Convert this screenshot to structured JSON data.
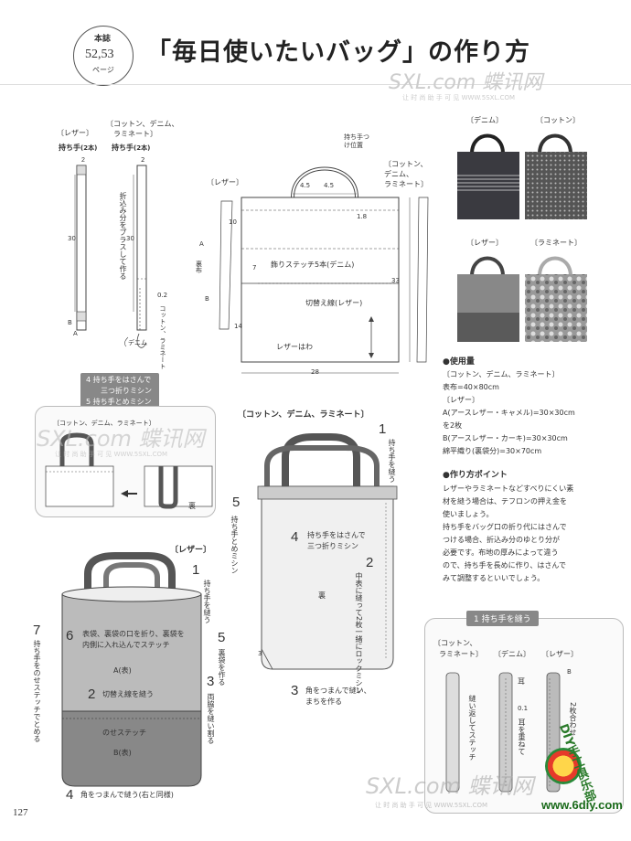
{
  "header": {
    "badge_top": "本誌",
    "badge_pages": "52,53",
    "badge_unit": "ページ",
    "title": "「毎日使いたいバッグ」の作り方"
  },
  "watermark": {
    "logo_top": "SXL.com 蝶讯网",
    "logo_sub": "让 时 尚 助 手 可 见   WWW.5SXL.COM",
    "site": "www.6diy.com",
    "club": "DIY手工俱乐部"
  },
  "handles": {
    "leather_label": "〔レザー〕",
    "cotton_label": "〔コットン、デニム、ラミネート〕",
    "handle_title": "持ち手",
    "qty": "(2本)",
    "dim_width": "2",
    "dim_length": "30",
    "fold_note": "折込み分をプラスして作る",
    "dim_02": "0.2",
    "label_b": "B",
    "label_a": "A",
    "cotton_side": "コットン、ラミネート",
    "denim_side": "デニム"
  },
  "pattern": {
    "leather_label": "〔レザー〕",
    "cotton_label": "〔コットン、デニム、ラミネート〕",
    "handle_pos": "持ち手つけ位置",
    "dim_45a": "4.5",
    "dim_45b": "4.5",
    "dim_18": "1.8",
    "dim_10": "10",
    "dim_7": "7",
    "dim_14": "14",
    "dim_33": "33",
    "dim_28": "28",
    "label_a": "A",
    "label_b": "B",
    "lining": "裏布",
    "stitch_note": "飾りステッチ5本(デニム)",
    "switch_line": "切替え線(レザー)",
    "leather_wa": "レザーはわ"
  },
  "photos": [
    {
      "label": "〔デニム〕",
      "kind": "denim"
    },
    {
      "label": "〔コットン〕",
      "kind": "cotton"
    },
    {
      "label": "〔レザー〕",
      "kind": "leather"
    },
    {
      "label": "〔ラミネート〕",
      "kind": "laminate"
    }
  ],
  "materials": {
    "heading": "●使用量",
    "cotton_label": "〔コットン、デニム、ラミネート〕",
    "cotton_line": "表布=40×80cm",
    "leather_label": "〔レザー〕",
    "leather_a": "A(アースレザー・キャメル)=30×30cm",
    "leather_a2": "を2枚",
    "leather_b": "B(アースレザー・カーキ)=30×30cm",
    "leather_c": "綿平織り(裏袋分)=30×70cm"
  },
  "points": {
    "heading": "●作り方ポイント",
    "lines": [
      "レザーやラミネートなどすべりにくい素",
      "材を縫う場合は、テフロンの押え金を",
      "使いましょう。",
      "持ち手をバッグ口の折り代にはさんで",
      "つける場合、折込み分のゆとり分が",
      "必要です。布地の厚みによって違う",
      "ので、持ち手を長めに作り、はさんで",
      "みて調整するといいでしょう。"
    ]
  },
  "step45": {
    "line4": "4 持ち手をはさんで",
    "line4b": "三つ折りミシン",
    "line5": "5 持ち手とめミシン",
    "cotton_label": "〔コットン、デニム、ラミネート〕",
    "ura": "裏"
  },
  "cotton_steps": {
    "label": "〔コットン、デニム、ラミネート〕",
    "s1": "持ち手を縫う",
    "s2": "中表に縫って2枚一緒にロックミシン",
    "s3": "角をつまんで縫い、まちを作る",
    "s4a": "持ち手をはさんで",
    "s4b": "三つ折りミシン",
    "s5": "持ち手とめミシン",
    "ura": "裏",
    "n1": "1",
    "n2": "2",
    "n3": "3",
    "n4": "4",
    "n5": "5",
    "d3": "3"
  },
  "leather_steps": {
    "label": "〔レザー〕",
    "s1": "持ち手を縫う",
    "s2": "切替え線を縫う",
    "s3": "両脇を縫い割る",
    "s4": "角をつまんで縫う(右と同様)",
    "s5": "裏袋を作る",
    "s6a": "表袋、裏袋の口を折り、裏袋を",
    "s6b": "内側に入れ込んでステッチ",
    "s7": "持ち手をのせステッチでとめる",
    "noseru": "のせステッチ",
    "a_omote": "A(表)",
    "b_omote": "B(表)",
    "n1": "1",
    "n2": "2",
    "n3": "3",
    "n4": "4",
    "n5": "5",
    "n6": "6",
    "n7": "7"
  },
  "step1_box": {
    "tag": "1 持ち手を縫う",
    "cotton_label": "〔コットン、",
    "cotton_label2": "ラミネート〕",
    "denim_label": "〔デニム〕",
    "leather_label": "〔レザー〕",
    "note1": "縫い返してステッチ",
    "mimi": "耳",
    "note2": "耳を重ねて",
    "dim_01": "0.1",
    "note3": "2枚合わせ",
    "label_b": "B"
  },
  "footer": {
    "page_number": "127"
  }
}
